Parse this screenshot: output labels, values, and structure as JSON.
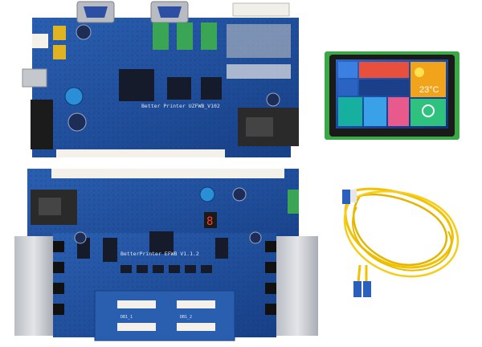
{
  "boards": {
    "upper_silk": "Better Printer UZFWB_V102",
    "lower_silk": "BetterPrinter EFWB V1.1.2",
    "connector_board_left": "DB1_1",
    "connector_board_right": "DB1_2",
    "led_digit": "8"
  },
  "touch_screen": {
    "weather_temp": "23°C",
    "tiles": [
      "",
      "",
      "",
      "",
      "",
      ""
    ]
  },
  "colors": {
    "pcb_blue": "#1f4f9a",
    "pcb_dark": "#16397a",
    "heatsink": "#c9ccd1",
    "fiber_yellow": "#f2c200",
    "fiber_connector": "#2b5fbd",
    "screen_bezel": "#1a1a1a",
    "screen_green_frame": "#39a845"
  }
}
